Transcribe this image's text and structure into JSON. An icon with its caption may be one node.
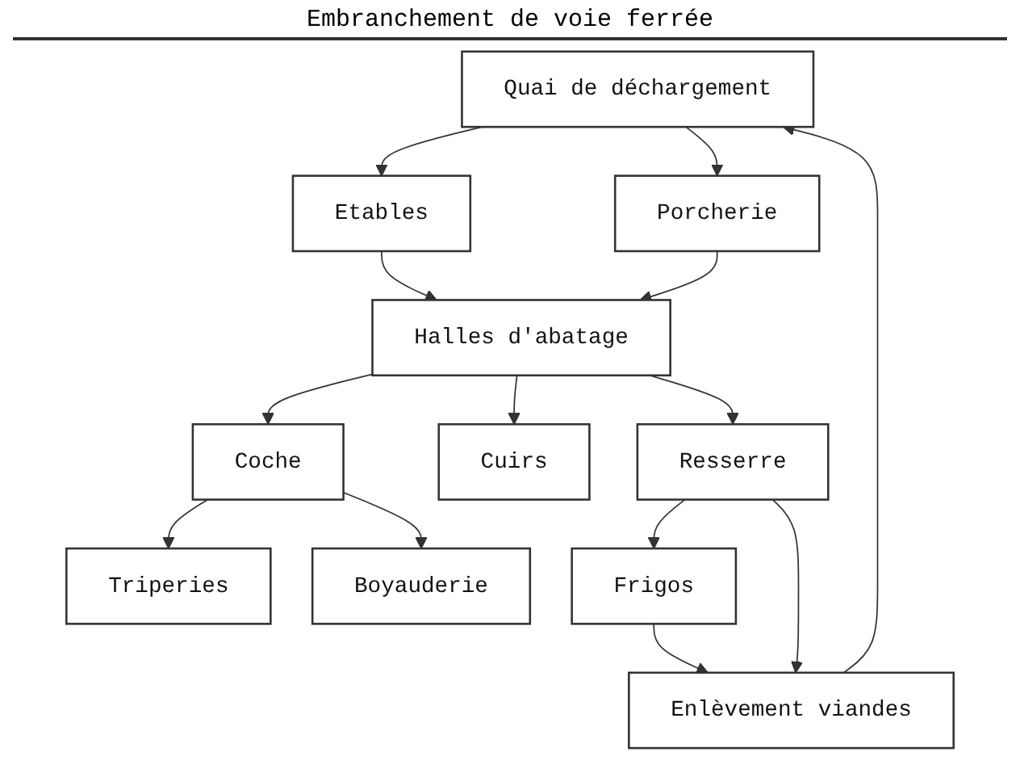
{
  "diagram": {
    "title": "Embranchement de voie ferrée",
    "nodes": [
      {
        "text": [
          "Quai de déchargement"
        ]
      },
      {
        "text": [
          "Etables"
        ]
      },
      {
        "text": [
          "Porcherie"
        ]
      },
      {
        "text": [
          "Halles d'abatage"
        ]
      },
      {
        "text": [
          "Frigos"
        ]
      },
      {
        "text": [
          "Enlèvement viandes"
        ]
      },
      {
        "text": [
          "Coche"
        ]
      },
      {
        "text": [
          "Resserre"
        ]
      },
      {
        "text": [
          "Triperies"
        ]
      },
      {
        "text": [
          "Boyauderie"
        ]
      },
      {
        "text": [
          "Cuirs"
        ]
      }
    ],
    "edges": [
      {
        "from": 0,
        "to": 1,
        "arrow": "to"
      },
      {
        "from": 0,
        "to": 2,
        "arrow": "to"
      },
      {
        "from": 2,
        "to": 3,
        "arrow": "to"
      },
      {
        "from": 1,
        "to": 3,
        "arrow": "to"
      },
      {
        "from": 3,
        "to": 6,
        "arrow": "to"
      },
      {
        "from": 6,
        "to": 8,
        "arrow": "to"
      },
      {
        "from": 6,
        "to": 9,
        "arrow": "to"
      },
      {
        "from": 3,
        "to": 10,
        "arrow": "to"
      },
      {
        "from": 3,
        "to": 7,
        "arrow": "to"
      },
      {
        "from": 7,
        "to": 4,
        "arrow": "to"
      },
      {
        "from": 4,
        "to": 5,
        "arrow": "to"
      },
      {
        "from": 7,
        "to": 5,
        "arrow": "to"
      },
      {
        "from": 5,
        "to": 0,
        "arrow": "to"
      }
    ]
  }
}
